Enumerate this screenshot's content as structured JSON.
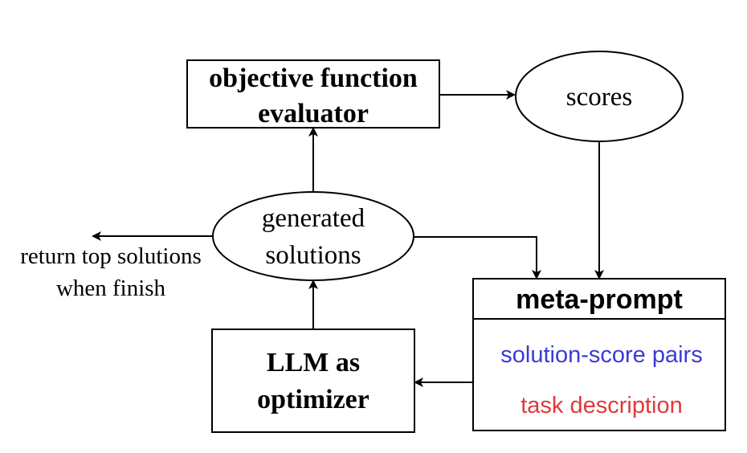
{
  "nodes": {
    "evaluator": {
      "line1": "objective function",
      "line2": "evaluator"
    },
    "scores": {
      "label": "scores"
    },
    "generated": {
      "line1": "generated",
      "line2": "solutions"
    },
    "llm": {
      "line1": "LLM as",
      "line2": "optimizer"
    },
    "meta_prompt": {
      "title": "meta-prompt",
      "pairs": "solution-score pairs",
      "task": "task description"
    }
  },
  "side_label": {
    "line1": "return top solutions",
    "line2": "when finish"
  },
  "colors": {
    "pairs": "#3b3bd6",
    "task": "#e03a3a",
    "stroke": "#000000"
  }
}
